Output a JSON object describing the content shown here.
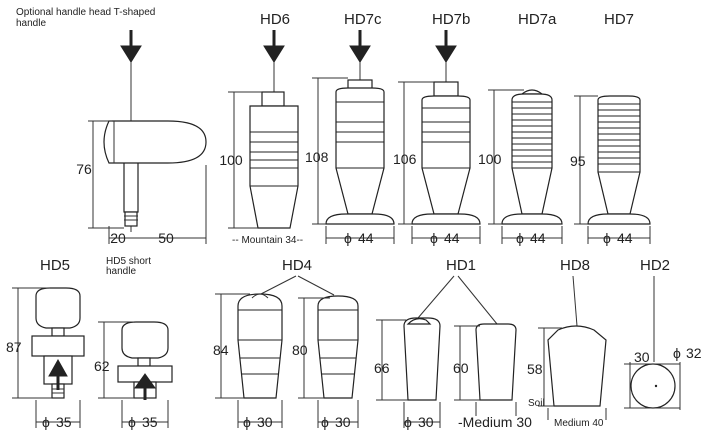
{
  "top_note": [
    "Optional handle head T-shaped",
    "handle"
  ],
  "hd5_note": [
    "HD5 short",
    "handle"
  ],
  "handles": {
    "t_handle": {
      "height": "76",
      "width_left": "20",
      "width_right": "50"
    },
    "hd6": {
      "title": "HD6",
      "height": "100",
      "base_note": "-- Mountain 34--"
    },
    "hd7c": {
      "title": "HD7c",
      "height": "108",
      "diameter": "44"
    },
    "hd7b": {
      "title": "HD7b",
      "height": "106",
      "diameter": "44"
    },
    "hd7a": {
      "title": "HD7a",
      "height": "100",
      "diameter": "44"
    },
    "hd7": {
      "title": "HD7",
      "height": "95",
      "diameter": "44"
    },
    "hd5": {
      "title": "HD5",
      "height": "87",
      "diameter": "35"
    },
    "hd5s": {
      "height": "62",
      "diameter": "35"
    },
    "hd4": {
      "title": "HD4",
      "height_a": "84",
      "height_b": "80",
      "diameter": "30"
    },
    "hd1": {
      "title": "HD1",
      "height_a": "66",
      "height_b": "60",
      "diameter": "30",
      "base_note": "-Medium 30"
    },
    "hd8": {
      "title": "HD8",
      "height": "58",
      "side_note": "Soil",
      "base_note": "Medium 40"
    },
    "hd2": {
      "title": "HD2",
      "width": "30",
      "diameter": "32"
    }
  },
  "phi": "ϕ",
  "icons": [
    "down-arrow-icon",
    "up-arrow-icon",
    "phi-symbol"
  ]
}
